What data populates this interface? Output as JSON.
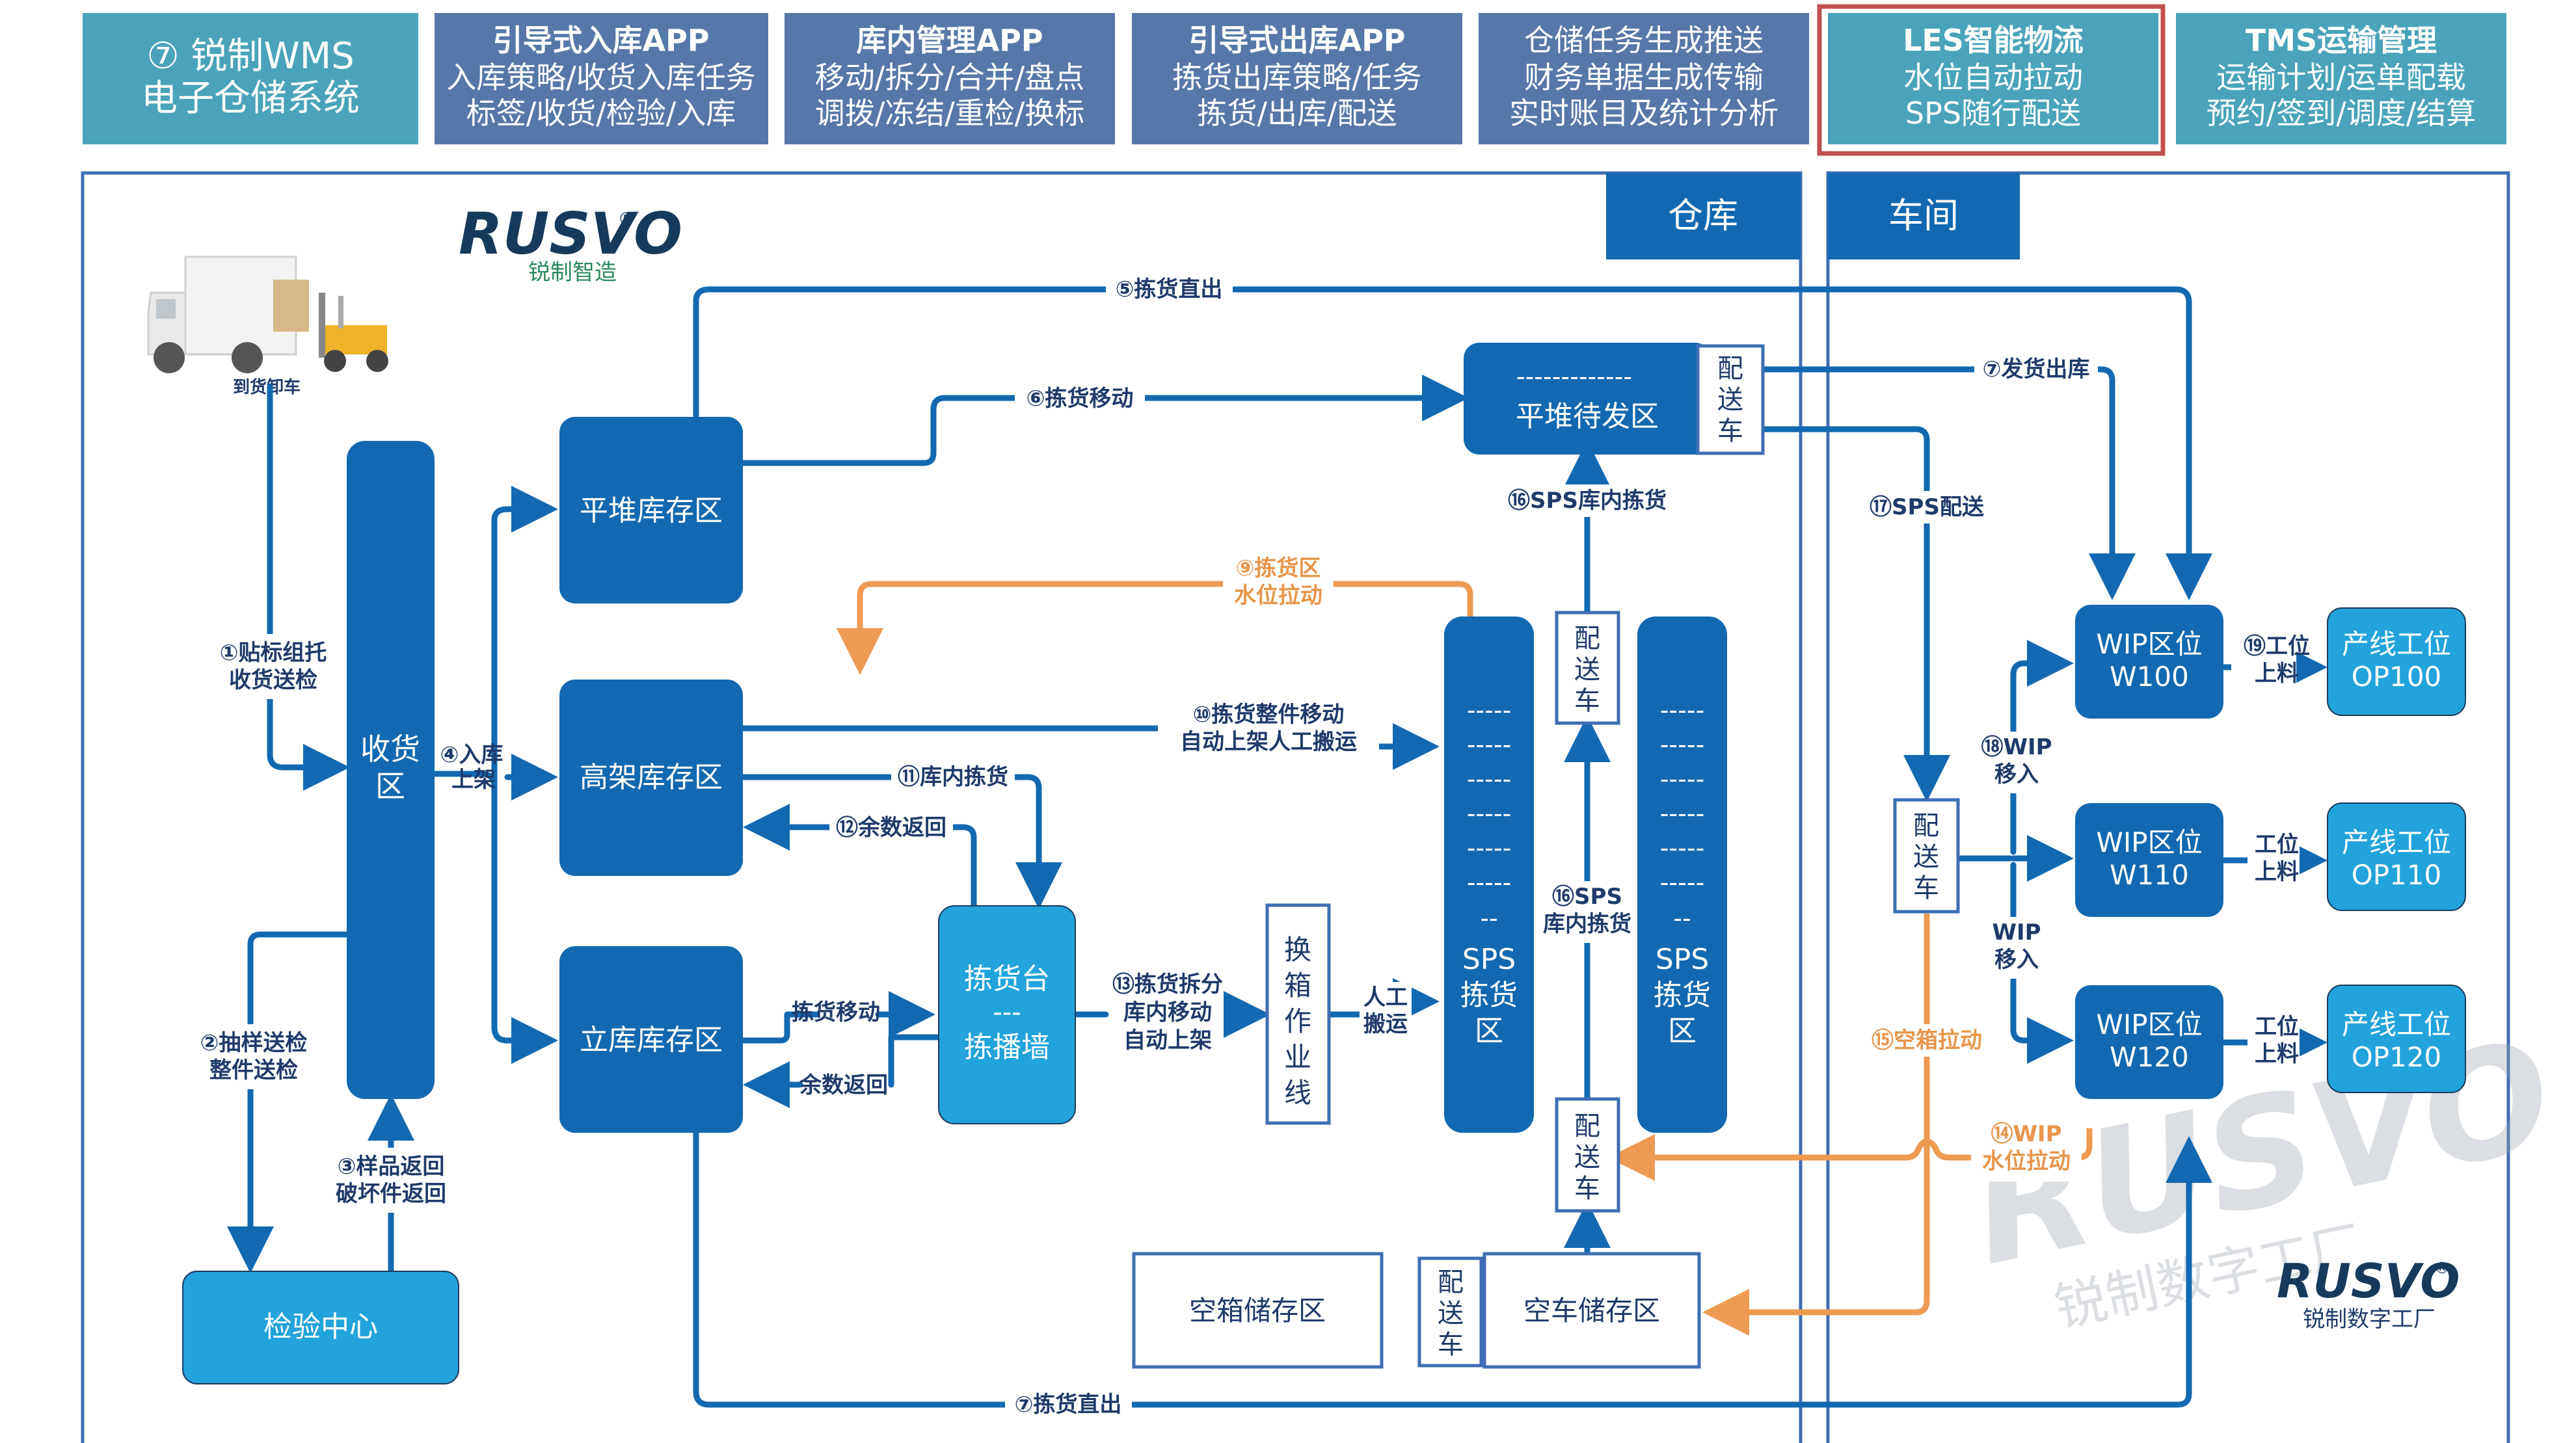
{
  "header_modules": [
    {
      "id": "wms",
      "lines": [
        "⑦ 锐制WMS",
        "电子仓储系统"
      ],
      "bold_first": false,
      "color": "#4aa3bb",
      "highlighted": false
    },
    {
      "id": "inbound-app",
      "lines": [
        "引导式入库APP",
        "入库策略/收货入库任务",
        "标签/收货/检验/入库"
      ],
      "bold_first": true,
      "color": "#5578a8",
      "highlighted": false
    },
    {
      "id": "warehouse-app",
      "lines": [
        "库内管理APP",
        "移动/拆分/合并/盘点",
        "调拨/冻结/重检/换标"
      ],
      "bold_first": true,
      "color": "#5578a8",
      "highlighted": false
    },
    {
      "id": "outbound-app",
      "lines": [
        "引导式出库APP",
        "拣货出库策略/任务",
        "拣货/出库/配送"
      ],
      "bold_first": true,
      "color": "#5578a8",
      "highlighted": false
    },
    {
      "id": "task-finance",
      "lines": [
        "仓储任务生成推送",
        "财务单据生成传输",
        "实时账目及统计分析"
      ],
      "bold_first": false,
      "color": "#5578a8",
      "highlighted": false
    },
    {
      "id": "les",
      "lines": [
        "LES智能物流",
        "水位自动拉动",
        "SPS随行配送"
      ],
      "bold_first": true,
      "color": "#4aa3bb",
      "highlighted": true
    },
    {
      "id": "tms",
      "lines": [
        "TMS运输管理",
        "运输计划/运单配载",
        "预约/签到/调度/结算"
      ],
      "bold_first": true,
      "color": "#4aa3bb",
      "highlighted": false
    }
  ],
  "colors": {
    "primary_box": "#1269b1",
    "light_box": "#22a3dc",
    "label_text": "#1f3a6b",
    "pull_orange": "#ee9a52",
    "highlight_frame": "#c0504d"
  },
  "sections": {
    "warehouse": "仓库",
    "workshop": "车间"
  },
  "logos": {
    "top": {
      "brand": "RUSVO",
      "registered": "®",
      "subtitle": "锐制智造"
    },
    "bottom": {
      "brand": "RUSVO",
      "registered": "®",
      "subtitle": "锐制数字工厂"
    },
    "watermark": {
      "brand": "RUSVO",
      "subtitle": "锐制数字工厂"
    }
  },
  "truck_caption": "到货卸车",
  "nodes": {
    "receiving": [
      "收货",
      "区"
    ],
    "flat_storage": "平堆库存区",
    "high_rack": "高架库存区",
    "asrs": "立库库存区",
    "inspection": "检验中心",
    "pick_station": [
      "拣货台",
      "---",
      "拣播墙"
    ],
    "repack_line": [
      "换",
      "箱",
      "作",
      "业",
      "线"
    ],
    "flat_staging": "平堆待发区",
    "cart": [
      "配",
      "送",
      "车"
    ],
    "sps_zone": [
      "SPS",
      "拣货",
      "区"
    ],
    "sps_dash": "-----",
    "sps_dash_short": "--",
    "staging_dash": "-------------",
    "empty_box_storage": "空箱储存区",
    "empty_cart_storage": "空车储存区",
    "wip": [
      [
        "WIP区位",
        "W100"
      ],
      [
        "WIP区位",
        "W110"
      ],
      [
        "WIP区位",
        "W120"
      ]
    ],
    "op": [
      [
        "产线工位",
        "OP100"
      ],
      [
        "产线工位",
        "OP110"
      ],
      [
        "产线工位",
        "OP120"
      ]
    ]
  },
  "flow_labels": {
    "f1": [
      "①贴标组托",
      "收货送检"
    ],
    "f2": [
      "②抽样送检",
      "整件送检"
    ],
    "f3": [
      "③样品返回",
      "破坏件返回"
    ],
    "f4": [
      "④入库",
      "上架"
    ],
    "f5": "⑤拣货直出",
    "f6": "⑥拣货移动",
    "f7_ship": "⑦发货出库",
    "f7_direct": "⑦拣货直出",
    "f9": [
      "⑨拣货区",
      "水位拉动"
    ],
    "f10": [
      "⑩拣货整件移动",
      "自动上架人工搬运"
    ],
    "f11": "⑪库内拣货",
    "f12": "⑫余数返回",
    "f13": [
      "⑬拣货拆分",
      "库内移动",
      "自动上架"
    ],
    "move_pick": "拣货移动",
    "remainder_return": "余数返回",
    "manual_carry": [
      "人工",
      "搬运"
    ],
    "f14": [
      "⑭WIP",
      "水位拉动"
    ],
    "f15": "⑮空箱拉动",
    "f16_top": "⑯SPS库内拣货",
    "f16_mid": [
      "⑯SPS",
      "库内拣货"
    ],
    "f17": "⑰SPS配送",
    "f18": [
      "⑱WIP",
      "移入"
    ],
    "wip_move": [
      "WIP",
      "移入"
    ],
    "f19": [
      "⑲工位",
      "上料"
    ],
    "feed": [
      "工位",
      "上料"
    ]
  }
}
